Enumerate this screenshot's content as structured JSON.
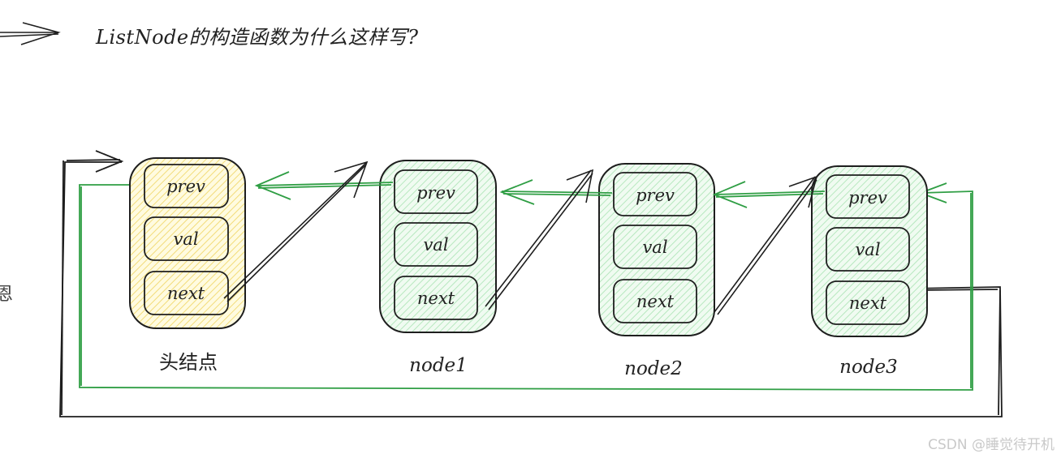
{
  "title": "ListNode的构造函数为什么这样写?",
  "nodes": [
    {
      "label": "头结点",
      "fields": [
        "prev",
        "val",
        "next"
      ],
      "kind": "head"
    },
    {
      "label": "node1",
      "fields": [
        "prev",
        "val",
        "next"
      ],
      "kind": "node"
    },
    {
      "label": "node2",
      "fields": [
        "prev",
        "val",
        "next"
      ],
      "kind": "node"
    },
    {
      "label": "node3",
      "fields": [
        "prev",
        "val",
        "next"
      ],
      "kind": "node"
    }
  ],
  "colors": {
    "head_fill": "#fff3b0",
    "node_fill": "#d9f7dd",
    "stroke": "#1e1e1e",
    "prev_arrow": "#2f9e44",
    "next_arrow": "#1e1e1e"
  },
  "watermark": "CSDN @睡觉待开机"
}
